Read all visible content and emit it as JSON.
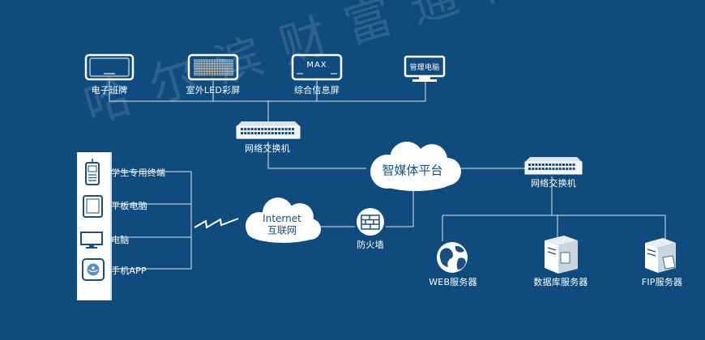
{
  "watermark": "哈尔滨财富通科技",
  "displays": {
    "class_board": "电子班牌",
    "outdoor_led": "室外LED彩屏",
    "info_screen": "综合信息屏",
    "info_screen_text": "MAX",
    "manager_pc": "管理电脑",
    "manager_pc_screen_text": "管理电脑"
  },
  "switch_top": "网络交换机",
  "switch_right": "网络交换机",
  "platform": "智媒体平台",
  "internet": {
    "line1": "Internet",
    "line2": "互联网"
  },
  "firewall": "防火墙",
  "clients": {
    "student_terminal": "学生专用终端",
    "tablet": "平板电脑",
    "pc": "电脑",
    "mobile_app": "手机APP"
  },
  "servers": {
    "web": "WEB服务器",
    "database": "数据库服务器",
    "fip": "FIP服务器"
  },
  "colors": {
    "background": "#0f4b7c",
    "line": "#ffffff",
    "cloud": "#ffffff",
    "cloud_text": "#1c4f7c"
  }
}
